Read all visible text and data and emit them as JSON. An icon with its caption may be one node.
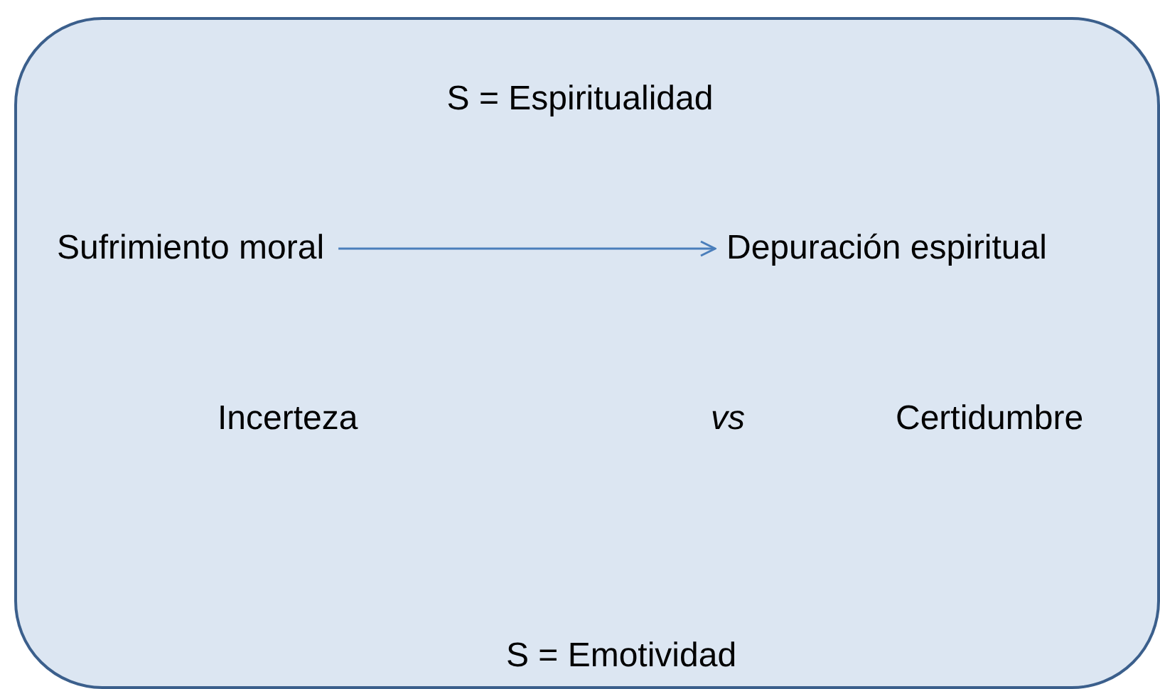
{
  "diagram": {
    "nodes": [
      {
        "text": [
          "S = Espiritualidad",
          "S = Emotividad"
        ]
      },
      {
        "text": [
          "Sufrimiento moral"
        ],
        "in": 0
      },
      {
        "text": [
          "Depuración espiritual"
        ],
        "in": 0
      }
    ],
    "edges": [
      {
        "from": 1,
        "to": 2,
        "arrow": "to"
      }
    ],
    "labels": [
      "Incerteza",
      "vs",
      "Certidumbre"
    ]
  }
}
